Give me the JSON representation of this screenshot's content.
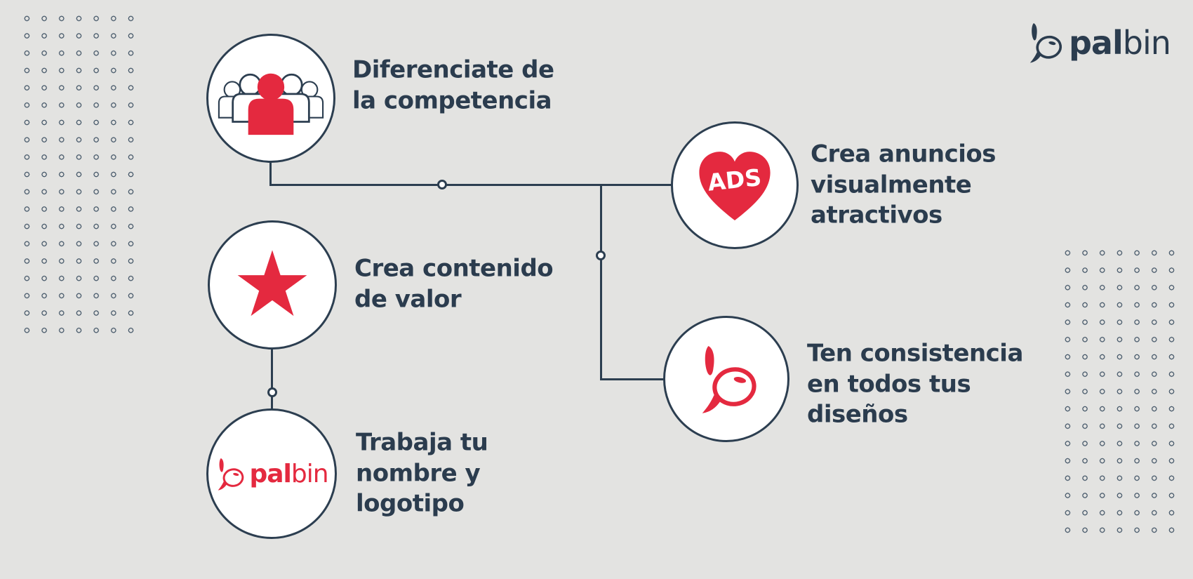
{
  "colors": {
    "background": "#e3e3e1",
    "navy": "#2b3c4e",
    "red": "#e4293f",
    "circle_fill": "#ffffff"
  },
  "brand": {
    "name": "palbin",
    "bold": "pal",
    "light": "bin"
  },
  "features": [
    {
      "id": "competencia",
      "icon": "people-group-icon",
      "label": "Diferenciate de\nla competencia"
    },
    {
      "id": "contenido",
      "icon": "star-icon",
      "label": "Crea contenido\nde valor"
    },
    {
      "id": "logotipo",
      "icon": "palbin-logo-icon",
      "label": "Trabaja tu\nnombre y\nlogotipo"
    },
    {
      "id": "anuncios",
      "icon": "ads-heart-icon",
      "heart_label": "ADS",
      "label": "Crea anuncios\nvisualmente\natractivos"
    },
    {
      "id": "consistencia",
      "icon": "palbin-fish-icon",
      "label": "Ten consistencia\nen todos tus\ndiseños"
    }
  ]
}
